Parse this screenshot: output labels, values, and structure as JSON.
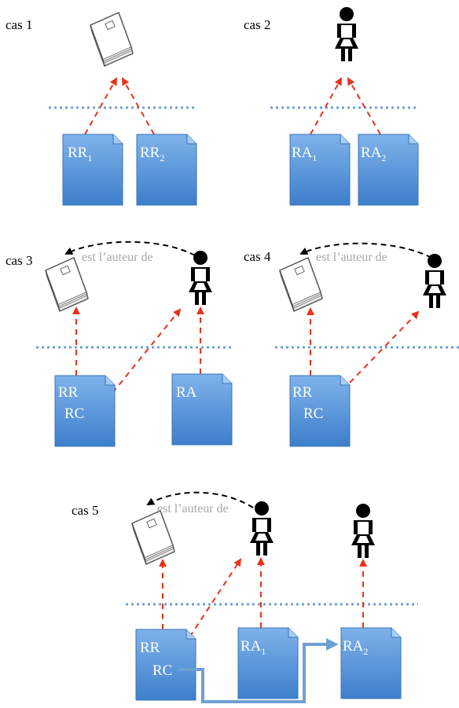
{
  "cases": [
    {
      "label": "cas 1",
      "records": [
        {
          "main": "RR",
          "sub": "1"
        },
        {
          "main": "RR",
          "sub": "2"
        }
      ]
    },
    {
      "label": "cas 2",
      "records": [
        {
          "main": "RA",
          "sub": "1"
        },
        {
          "main": "RA",
          "sub": "2"
        }
      ]
    },
    {
      "label": "cas 3",
      "relation": "est l’auteur de",
      "records": [
        {
          "line1": "RR",
          "line2": "RC"
        },
        {
          "main": "RA"
        }
      ]
    },
    {
      "label": "cas 4",
      "relation": "est l’auteur de",
      "records": [
        {
          "line1": "RR",
          "line2": "RC"
        }
      ]
    },
    {
      "label": "cas 5",
      "relation": "est l’auteur de",
      "records": [
        {
          "line1": "RR",
          "line2": "RC"
        },
        {
          "main": "RA",
          "sub": "1"
        },
        {
          "main": "RA",
          "sub": "2"
        }
      ]
    }
  ],
  "colors": {
    "record_fill": "#4f8fd6",
    "record_stroke": "#3a74b8",
    "separator": "#6fa0d4",
    "link": "#e8321a",
    "arc": "#000000",
    "relation_text": "#a6a6a6",
    "flow": "#6fa0d4"
  },
  "icons": {
    "work": "book-icon",
    "agent": "person-icon"
  }
}
